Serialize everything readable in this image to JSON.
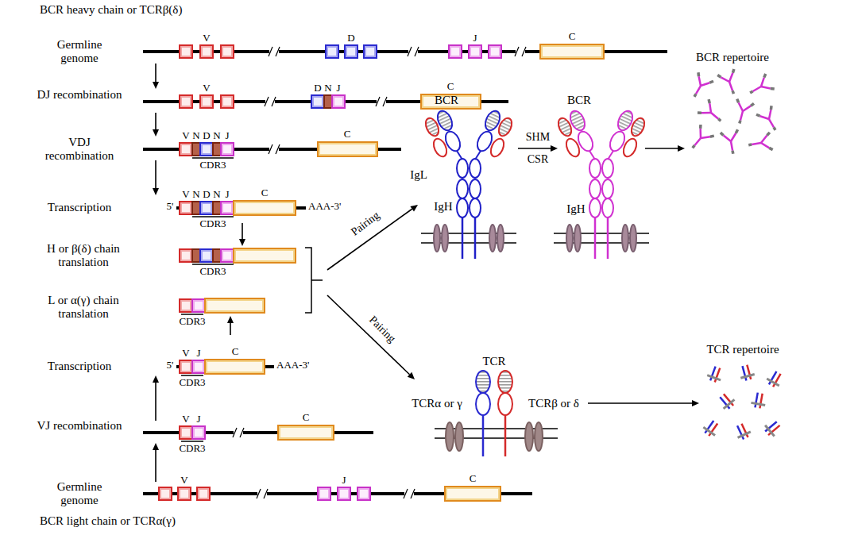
{
  "diagram": {
    "nodes": [
      {
        "text": [
          "BCR",
          "IgL",
          "IgH"
        ]
      },
      {
        "text": [
          "BCR",
          "IgH"
        ]
      },
      {
        "text": [
          "BCR repertoire"
        ]
      },
      {
        "text": [
          "TCR",
          "TCRα or γ",
          "TCRβ or δ"
        ]
      },
      {
        "text": [
          "TCR repertoire"
        ]
      }
    ],
    "edges": [
      {
        "from": 0,
        "to": 1,
        "arrow": "to",
        "label": "SHM"
      },
      {
        "from": 1,
        "to": 2,
        "arrow": "to"
      },
      {
        "from": 3,
        "to": 4,
        "arrow": "to"
      }
    ],
    "labels": [
      "BCR heavy chain or TCRβ(δ)",
      "Germline genome",
      "V",
      "D",
      "J",
      "C",
      "DJ recombination",
      "V",
      "D",
      "N",
      "J",
      "C",
      "VDJ recombination",
      "V",
      "N",
      "D",
      "N",
      "J",
      "C",
      "CDR3",
      "Transcription",
      "5'",
      "V",
      "N",
      "D",
      "N",
      "J",
      "C",
      "AAA-3'",
      "CDR3",
      "H or β(δ) chain translation",
      "CDR3",
      "L or α(γ) chain translation",
      "CDR3",
      "Transcription",
      "5'",
      "V",
      "J",
      "C",
      "AAA-3'",
      "CDR3",
      "VJ recombination",
      "V",
      "J",
      "C",
      "CDR3",
      "Germline genome",
      "V",
      "J",
      "C",
      "BCR light chain or TCRα(γ)",
      "Pairing",
      "Pairing",
      "CSR"
    ]
  }
}
